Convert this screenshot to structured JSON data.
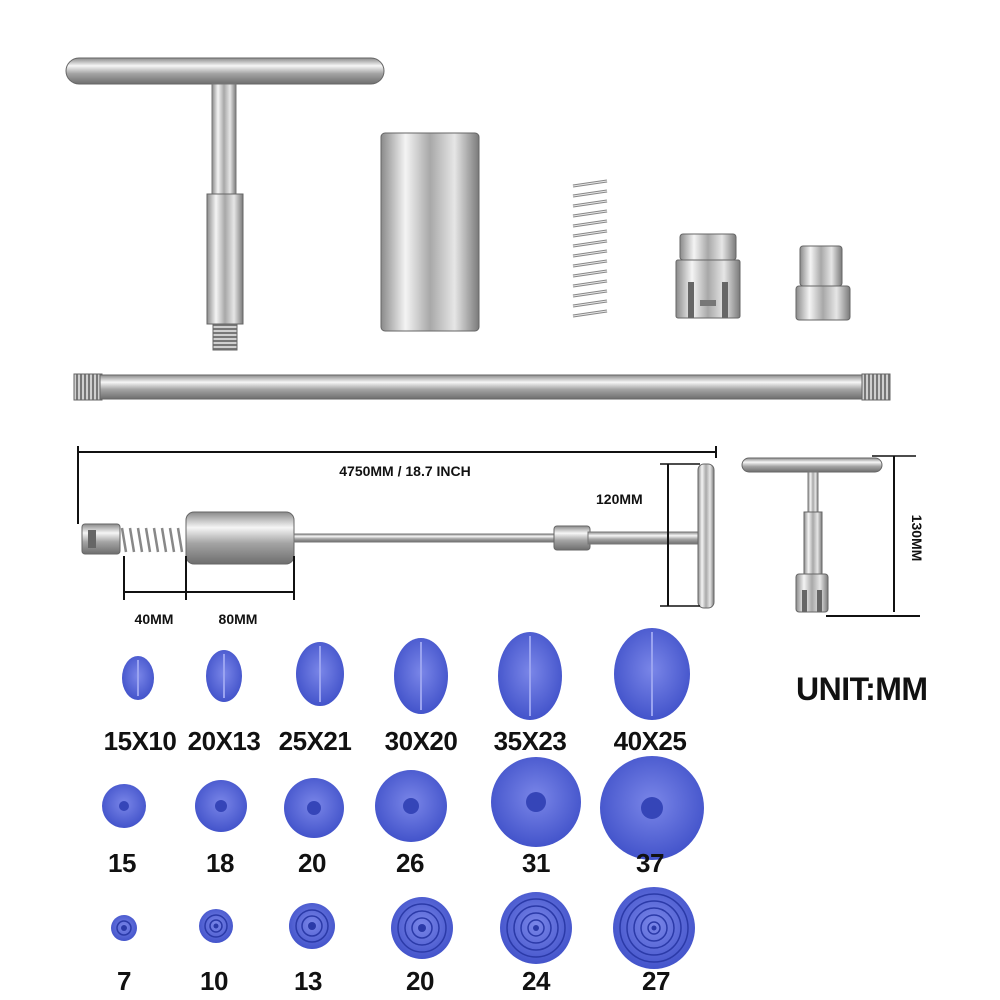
{
  "dimensions": {
    "total_length": "4750MM / 18.7 INCH",
    "handle_height": "120MM",
    "spring_length": "40MM",
    "weight_length": "80MM",
    "tool_height": "130MM"
  },
  "unit_label": "UNIT:MM",
  "oval_tabs": [
    "15X10",
    "20X13",
    "25X21",
    "30X20",
    "35X23",
    "40X25"
  ],
  "round_tabs": [
    "15",
    "18",
    "20",
    "26",
    "31",
    "37"
  ],
  "ring_tabs": [
    "7",
    "10",
    "13",
    "20",
    "24",
    "27"
  ],
  "colors": {
    "tab_blue": "#5566d6",
    "chrome": "#c8c8c8"
  }
}
